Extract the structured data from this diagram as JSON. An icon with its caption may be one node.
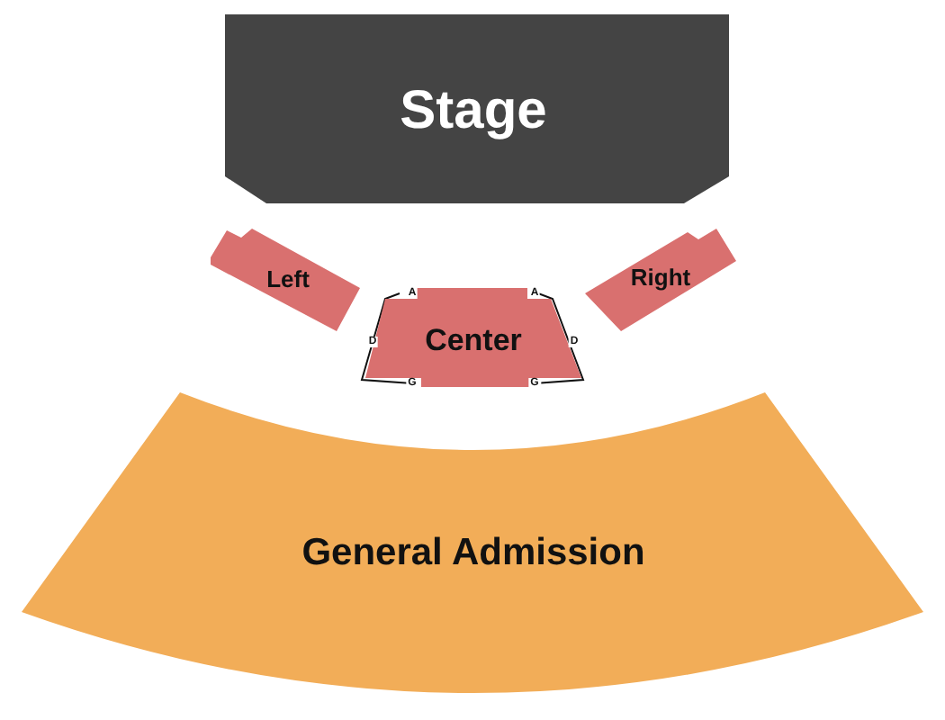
{
  "diagram": {
    "nodes": [
      {
        "text": [
          "Stage"
        ]
      },
      {
        "text": [
          "Left"
        ]
      },
      {
        "text": [
          "Right"
        ]
      },
      {
        "text": [
          "Center"
        ]
      },
      {
        "text": [
          "General Admission"
        ]
      }
    ],
    "edges": [],
    "labels": [
      "A",
      "A",
      "D",
      "D",
      "G",
      "G"
    ]
  }
}
